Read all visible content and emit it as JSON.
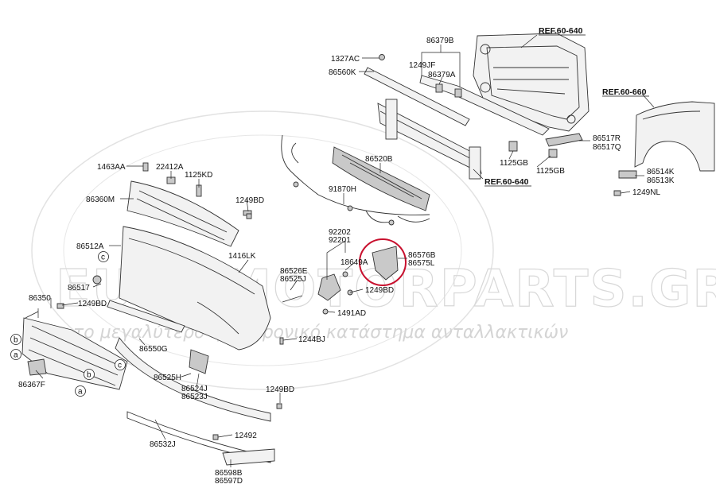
{
  "watermark": {
    "brand": "EUROMOTORPARTS.GR",
    "tagline": "το μεγαλύτερο ηλεκτρονικό κατάστημα ανταλλακτικών"
  },
  "references": [
    "REF.60-640",
    "REF.60-640",
    "REF.60-660"
  ],
  "circle_markers": [
    "c",
    "c",
    "b",
    "a",
    "b",
    "a"
  ],
  "labels": [
    "1327AC",
    "86379B",
    "1249JF",
    "86379A",
    "86560K",
    "86517R",
    "86517Q",
    "1125GB",
    "1125GB",
    "86514K",
    "86513K",
    "1249NL",
    "1463AA",
    "22412A",
    "1125KD",
    "86360M",
    "1249BD",
    "86520B",
    "91870H",
    "92202",
    "92201",
    "18649A",
    "86576B",
    "86575L",
    "86512A",
    "1416LK",
    "86526E",
    "86525J",
    "86517",
    "1249BD",
    "1491AD",
    "86350",
    "1249BD",
    "86550G",
    "1244BJ",
    "86525H",
    "86524J",
    "86523J",
    "86367F",
    "1249BD",
    "12492",
    "86532J",
    "86598B",
    "86597D"
  ],
  "highlight_color": "#c8102e"
}
